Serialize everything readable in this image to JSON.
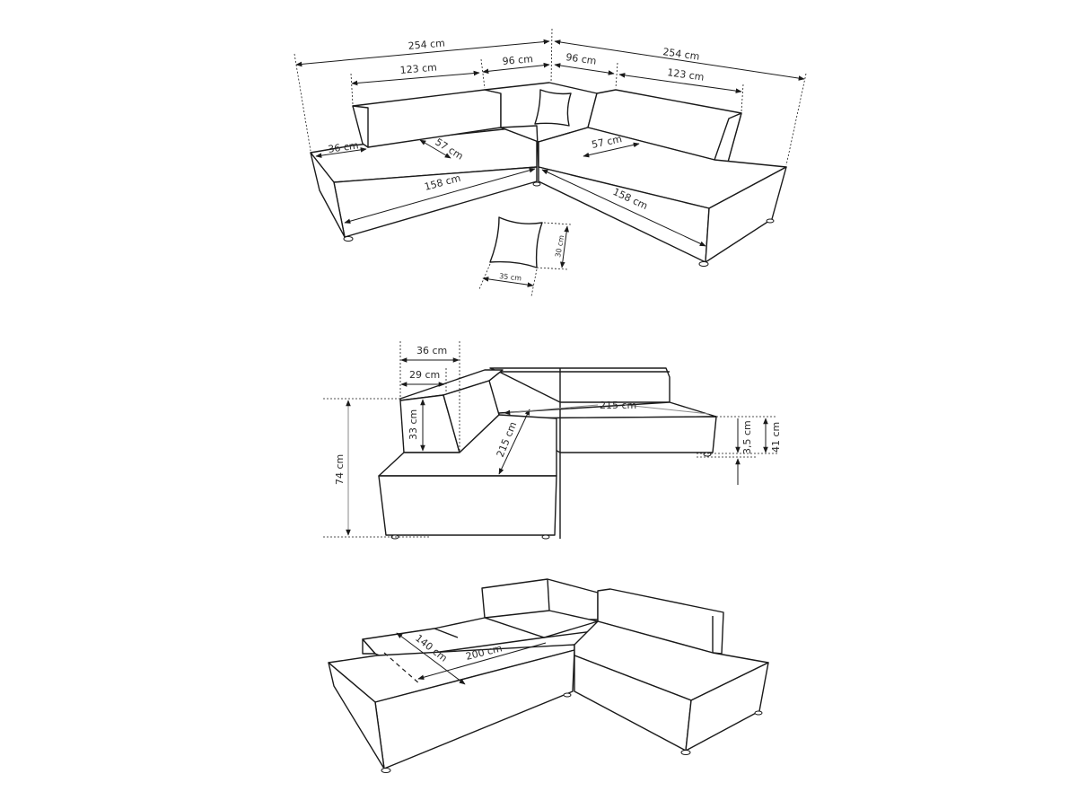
{
  "title": "Corner sofa dimension drawing",
  "units": "cm",
  "top_view": {
    "total_width_left": "254 cm",
    "total_width_right": "254 cm",
    "backrest_left": "123 cm",
    "corner_left": "96 cm",
    "corner_right": "96 cm",
    "backrest_right": "123 cm",
    "armrest_depth": "36 cm",
    "seat_depth_left": "57 cm",
    "seat_depth_right": "57 cm",
    "seat_length_left": "158 cm",
    "seat_length_right": "158 cm",
    "cushion_width": "35 cm",
    "cushion_height": "30 cm"
  },
  "side_view": {
    "back_depth_outer": "36 cm",
    "back_depth_inner": "29 cm",
    "back_height": "33 cm",
    "total_height": "74 cm",
    "seat_diagonal": "215 cm",
    "seat_length": "215 cm",
    "seat_height": "41 cm",
    "leg_height": "3,5 cm"
  },
  "bed_view": {
    "bed_width": "140 cm",
    "bed_length": "200 cm"
  }
}
